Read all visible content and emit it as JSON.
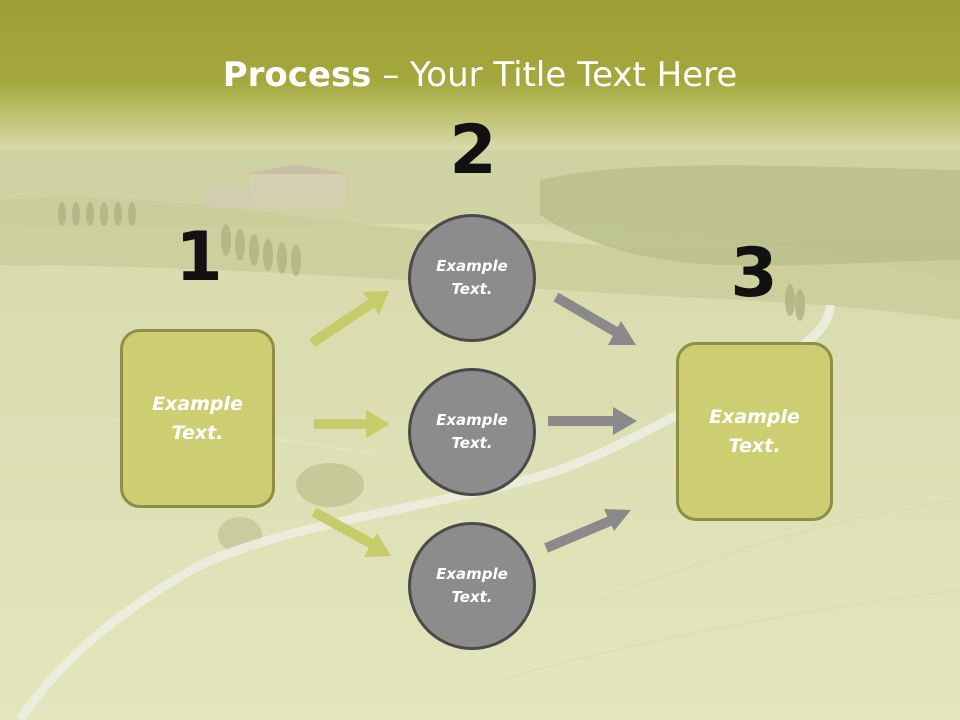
{
  "title": {
    "bold": "Process",
    "rest": " – Your Title Text Here"
  },
  "steps": {
    "one": {
      "number": "1",
      "text": "Example\nText."
    },
    "two": {
      "number": "2"
    },
    "three": {
      "number": "3",
      "text": "Example\nText."
    }
  },
  "circles": [
    {
      "text": "Example\nText."
    },
    {
      "text": "Example\nText."
    },
    {
      "text": "Example\nText."
    }
  ],
  "colors": {
    "box_fill": "#cdcd71",
    "box_border": "#8e8e45",
    "circle_fill": "#8c8c8c",
    "circle_border": "#4a4a4a",
    "arrow_green": "#c8cb6a",
    "arrow_gray": "#8a8a8a",
    "title_band": "#a4a83c"
  }
}
